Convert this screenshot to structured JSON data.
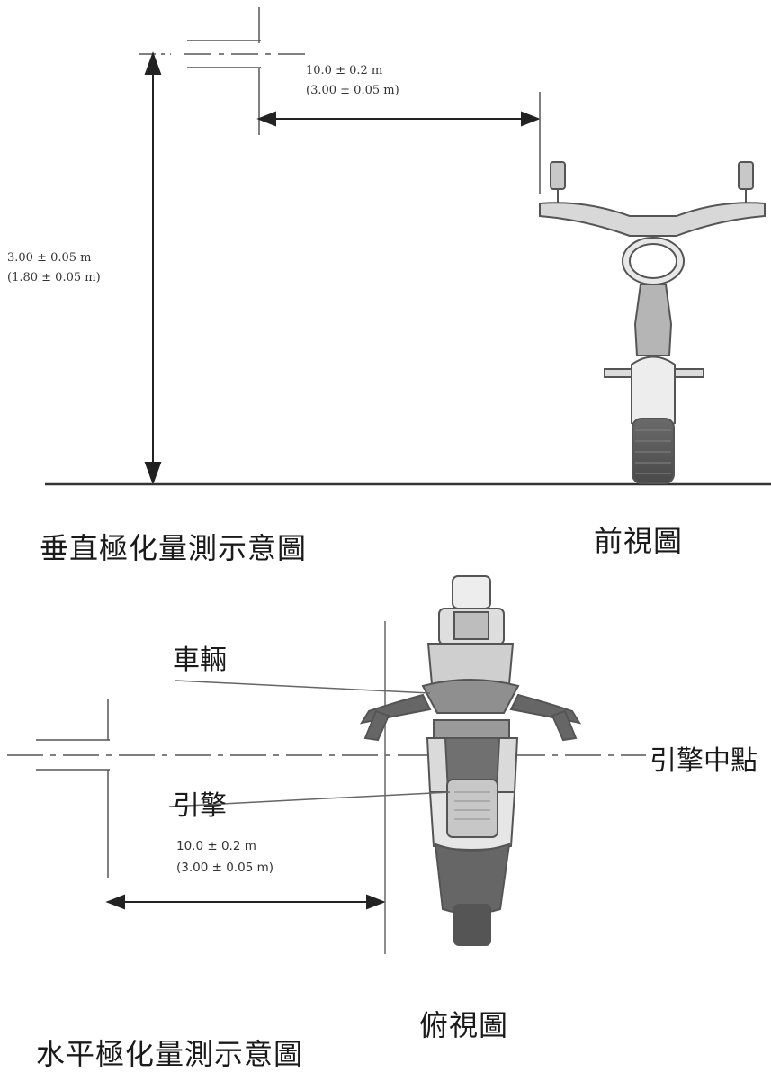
{
  "captions": {
    "vertical_title": "垂直極化量測示意圖",
    "front_view": "前視圖",
    "top_view": "俯視圖",
    "horizontal_title": "水平極化量測示意圖"
  },
  "labels": {
    "vehicle": "車輛",
    "engine": "引擎",
    "engine_center": "引擎中點"
  },
  "dimensions": {
    "front_horizontal": {
      "line1": "10.0 ± 0.2 m",
      "line2": "(3.00 ± 0.05 m)"
    },
    "front_vertical": {
      "line1": "3.00 ± 0.05 m",
      "line2": "(1.80 ± 0.05 m)"
    },
    "top_horizontal": {
      "line1": "10.0 ± 0.2 m",
      "line2": "(3.00 ± 0.05 m)"
    }
  }
}
